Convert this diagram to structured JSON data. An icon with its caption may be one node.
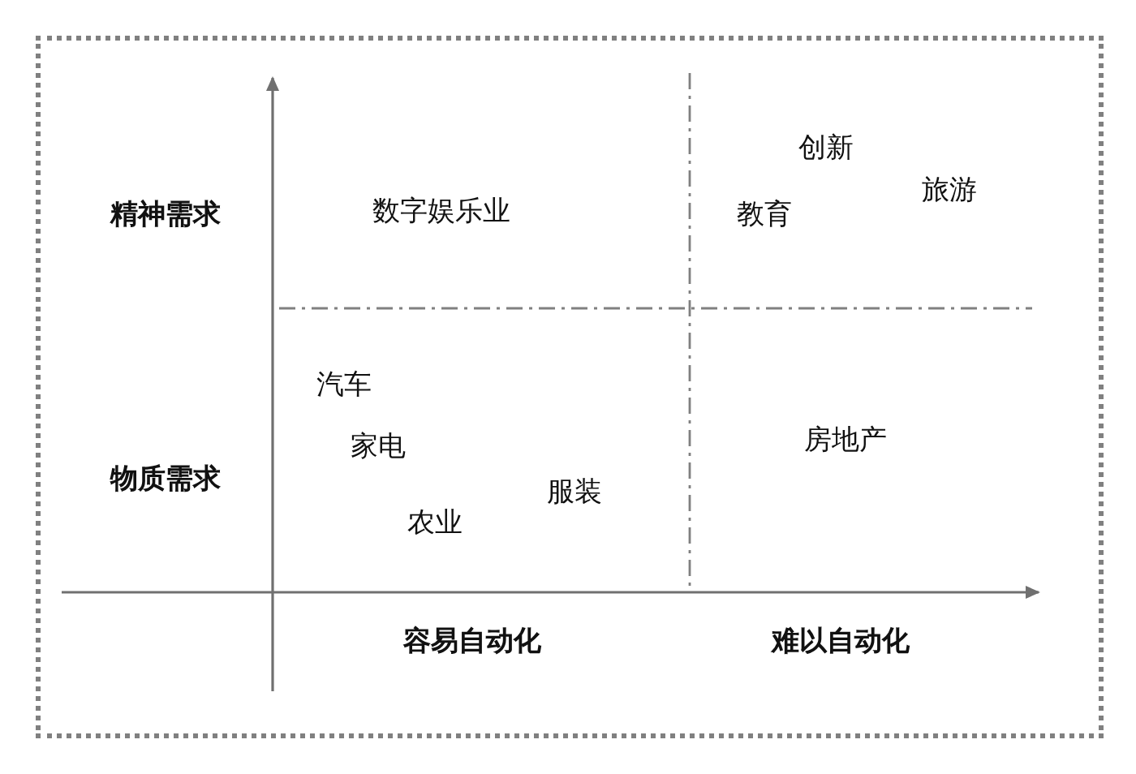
{
  "diagram": {
    "labels": [
      "创新",
      "旅游",
      "精神需求",
      "数字娱乐业",
      "教育",
      "汽车",
      "家电",
      "房地产",
      "物质需求",
      "服装",
      "农业",
      "容易自动化",
      "难以自动化"
    ]
  }
}
